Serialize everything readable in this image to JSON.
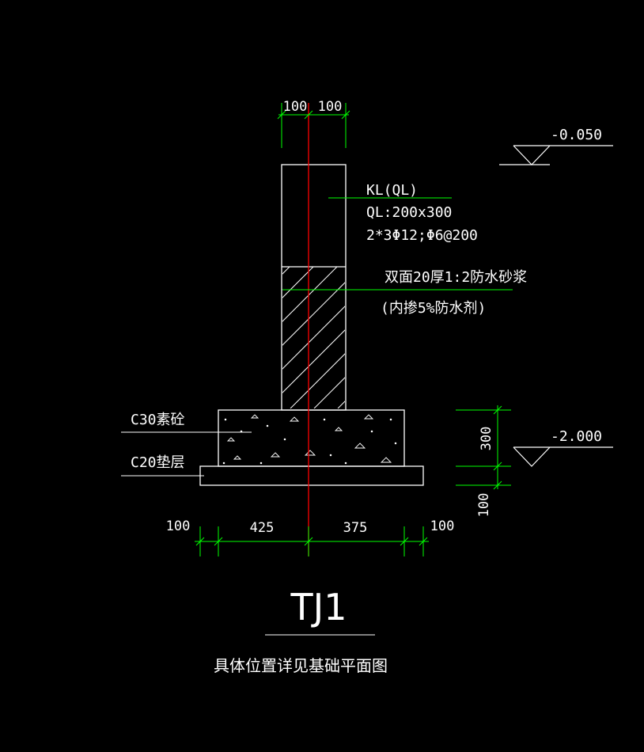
{
  "colors": {
    "background": "#000000",
    "line": "#ffffff",
    "dimension": "#00ff00",
    "centerline": "#ff0000"
  },
  "labels": {
    "beam_name": "KL(QL)",
    "beam_size": "QL:200x300",
    "beam_rebar": "2*3Φ12;Φ6@200",
    "mortar_1": "双面20厚1:2防水砂浆",
    "mortar_2": "(内掺5%防水剂)",
    "concrete": "C30素砼",
    "cushion": "C20垫层"
  },
  "elevations": {
    "top": "-0.050",
    "bottom": "-2.000"
  },
  "dimensions": {
    "top_left": "100",
    "top_right": "100",
    "bottom_1": "100",
    "bottom_2": "425",
    "bottom_3": "375",
    "bottom_4": "100",
    "right_upper": "300",
    "right_lower": "100"
  },
  "title": {
    "code": "TJ1",
    "note": "具体位置详见基础平面图"
  }
}
